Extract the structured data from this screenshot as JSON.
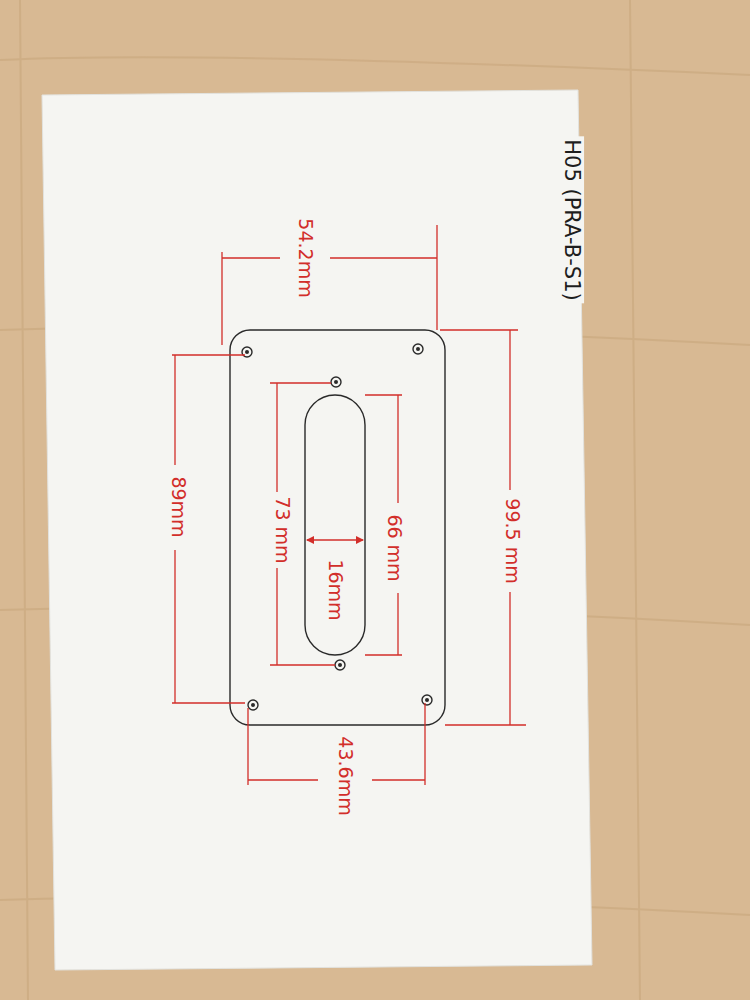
{
  "diagram": {
    "labels": [
      "H05 (PRA-B-S1)",
      "54.2mm",
      "99.5 mm",
      "89mm",
      "73 mm",
      "66 mm",
      "16mm",
      "43.6mm"
    ]
  }
}
